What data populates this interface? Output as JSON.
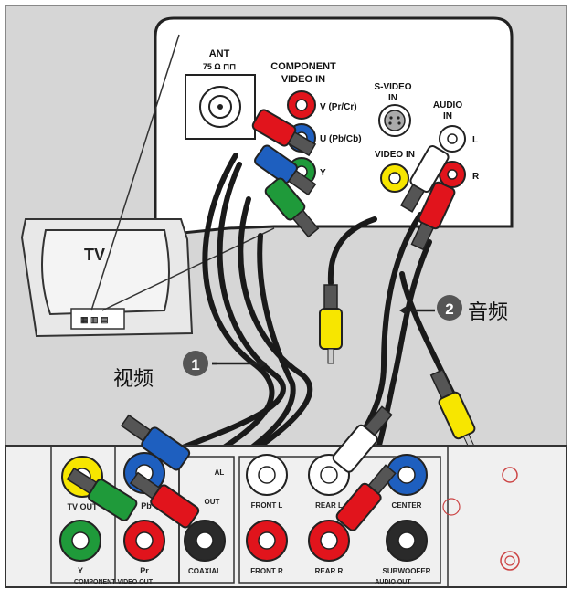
{
  "tv_panel": {
    "ant_label": "ANT",
    "ant_sub": "75 Ω ⊓⊓",
    "component_label_1": "COMPONENT",
    "component_label_2": "VIDEO IN",
    "v_label": "V (Pr/Cr)",
    "u_label": "U (Pb/Cb)",
    "y_label": "Y",
    "svideo_label_1": "S-VIDEO",
    "svideo_label_2": "IN",
    "video_in_label": "VIDEO IN",
    "audio_in_label_1": "AUDIO",
    "audio_in_label_2": "IN",
    "l_label": "L",
    "r_label": "R"
  },
  "tv": {
    "label": "TV"
  },
  "annotations": {
    "video_number": "1",
    "video_text": "视频",
    "audio_number": "2",
    "audio_text": "音频"
  },
  "player_panel": {
    "tv_out": "TV OUT",
    "pb": "Pb",
    "pr": "Pr",
    "y": "Y",
    "component_video_out": "COMPONENT VIDEO OUT",
    "coaxial": "COAXIAL",
    "front_l": "FRONT L",
    "front_r": "FRONT R",
    "rear_l": "REAR L",
    "rear_r": "REAR R",
    "center": "CENTER",
    "subwoofer": "SUBWOOFER",
    "audio_out": "AUDIO OUT",
    "digital_out_partial": "OUT",
    "digital_partial": "AL"
  },
  "colors": {
    "red": "#e1141c",
    "blue": "#1e5fbf",
    "green": "#1f9a3a",
    "yellow": "#f7e600",
    "white": "#ffffff",
    "black": "#2a2a2a",
    "panel_gray": "#d4d4d4"
  }
}
